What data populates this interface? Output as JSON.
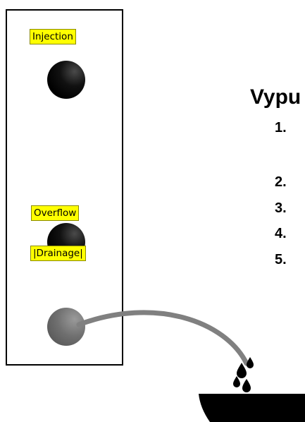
{
  "panel": {
    "labels": {
      "injection": "Injection",
      "overflow": "Overflow",
      "drainage": "|Drainage|"
    },
    "icons": {
      "injection_knob": "black-knob-icon",
      "overflow_knob": "black-knob-icon",
      "drainage_knob": "grey-knob-icon"
    }
  },
  "slide": {
    "title_fragment": "Vypu",
    "step_numbers": [
      "1.",
      "2.",
      "3.",
      "4.",
      "5."
    ]
  },
  "colors": {
    "label_background": "#ffff00",
    "hose": "#808080",
    "drops": "#000000",
    "bowl": "#000000"
  }
}
